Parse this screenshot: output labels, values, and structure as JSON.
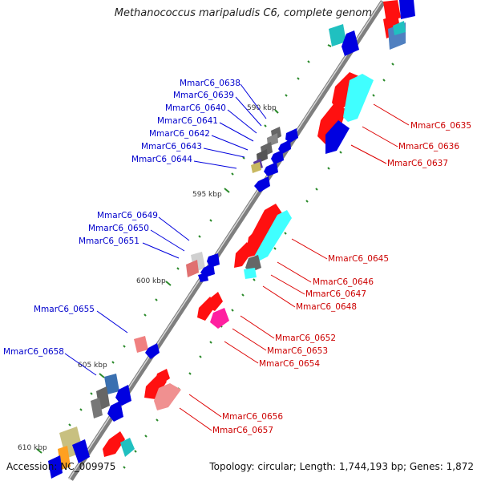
{
  "title": "Methanococcus maripaludis C6, complete genome",
  "footer": {
    "accession": "Accession: NC_009975",
    "summary": "Topology: circular; Length: 1,744,193 bp; Genes: 1,872"
  },
  "ticks": [
    "590 kbp",
    "595 kbp",
    "600 kbp",
    "605 kbp",
    "610 kbp"
  ],
  "genes_left": [
    "MmarC6_0638",
    "MmarC6_0639",
    "MmarC6_0640",
    "MmarC6_0641",
    "MmarC6_0642",
    "MmarC6_0643",
    "MmarC6_0644",
    "MmarC6_0649",
    "MmarC6_0650",
    "MmarC6_0651",
    "MmarC6_0655",
    "MmarC6_0658"
  ],
  "genes_right": [
    "MmarC6_0635",
    "MmarC6_0636",
    "MmarC6_0637",
    "MmarC6_0645",
    "MmarC6_0646",
    "MmarC6_0647",
    "MmarC6_0648",
    "MmarC6_0652",
    "MmarC6_0653",
    "MmarC6_0654",
    "MmarC6_0656",
    "MmarC6_0657"
  ],
  "colors": {
    "reverse_label": "#0000cc",
    "forward_label": "#cc0000",
    "backbone": "#7f7f7f",
    "tick": "#2a8a2a"
  }
}
